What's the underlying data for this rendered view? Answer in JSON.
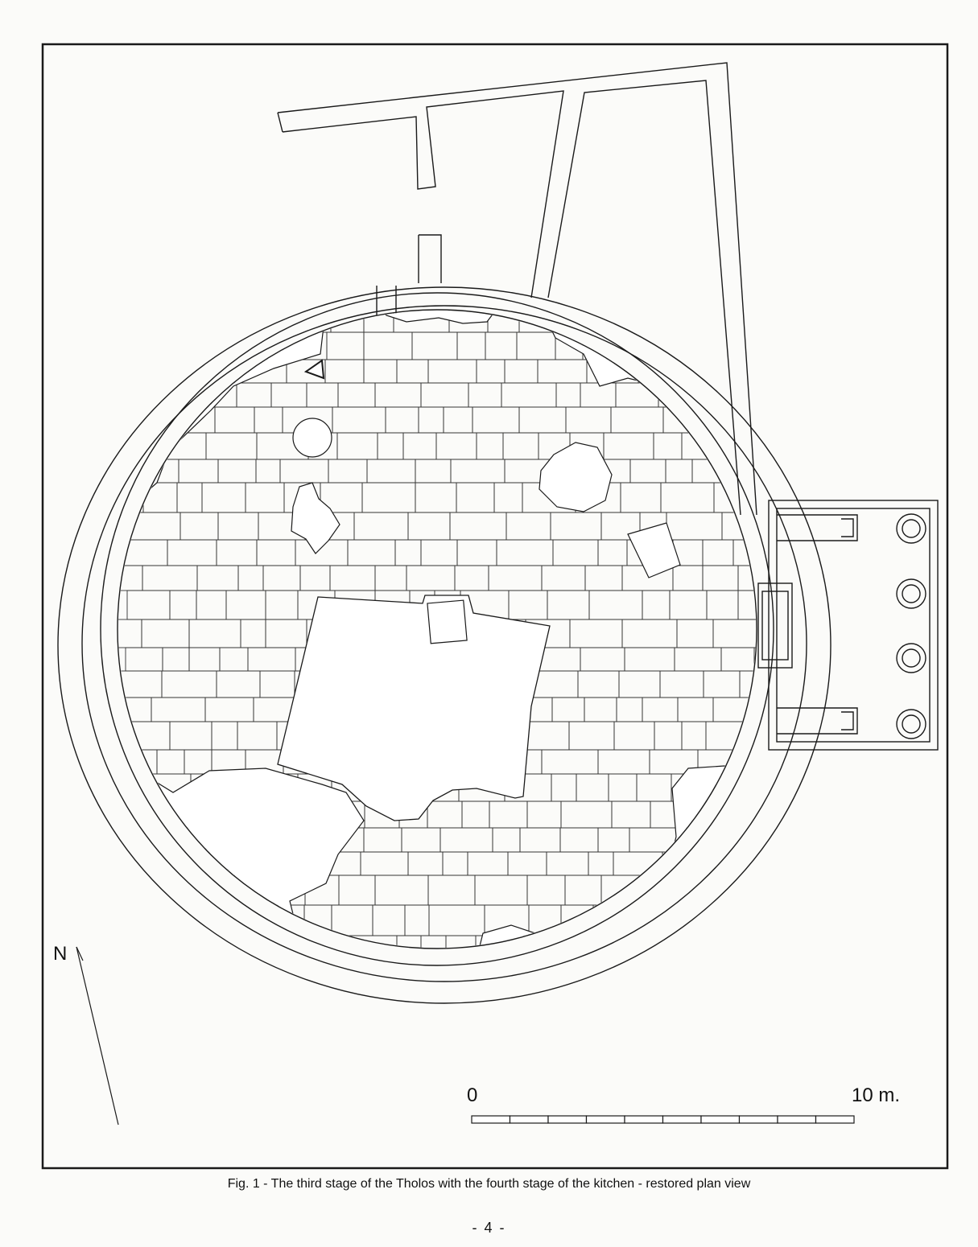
{
  "figure": {
    "north_label": "N",
    "scale_start": "0",
    "scale_end": "10 m.",
    "scale_divisions": 10,
    "caption": "Fig. 1 - The third stage of the Tholos with the fourth stage of the kitchen - restored plan view",
    "page_number": "- 4 -"
  },
  "colors": {
    "line": "#1a1a1a",
    "paper": "#fbfbf9",
    "floor": "#ffffff"
  }
}
